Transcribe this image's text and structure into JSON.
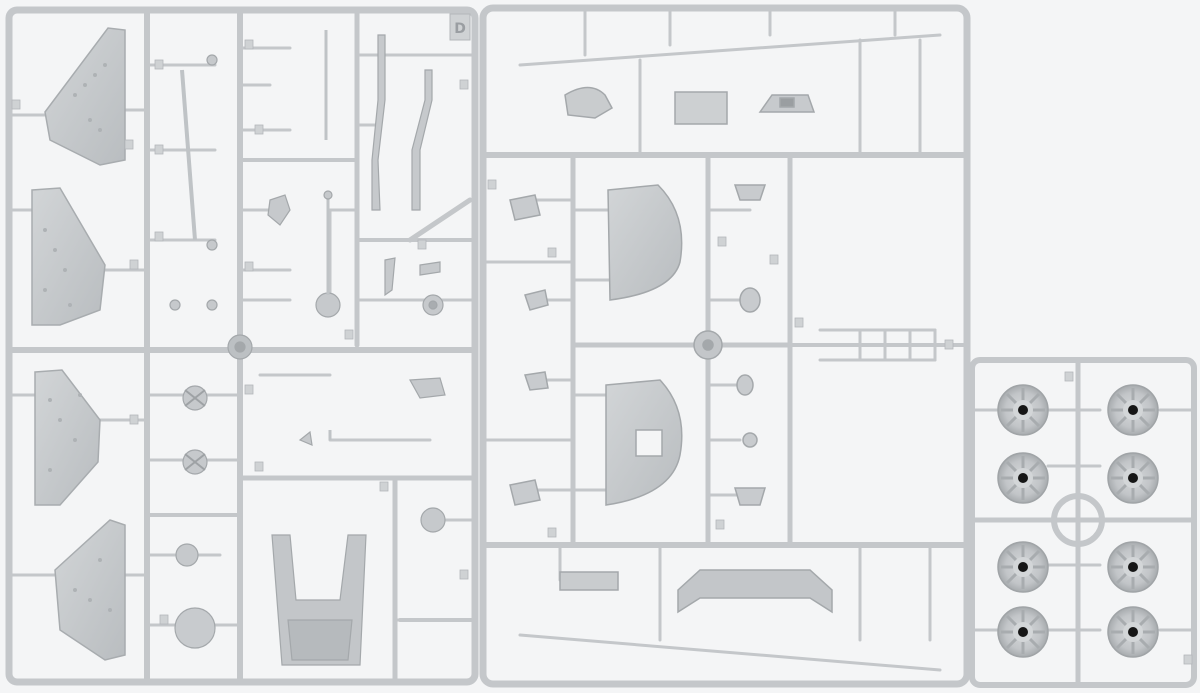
{
  "scene": {
    "subject": "model-kit-sprue-photo",
    "colors": {
      "background": "#f4f5f6",
      "plastic": "#c9ccce",
      "plastic_dark": "#a9adb0",
      "plastic_light": "#d8dbdd",
      "hole": "#161616"
    }
  },
  "sprues": [
    {
      "id": "left-sprue",
      "letter": "D"
    },
    {
      "id": "center-sprue",
      "letter": ""
    },
    {
      "id": "wheel-sprue",
      "letter": ""
    }
  ],
  "road_wheels": {
    "count": 8
  }
}
